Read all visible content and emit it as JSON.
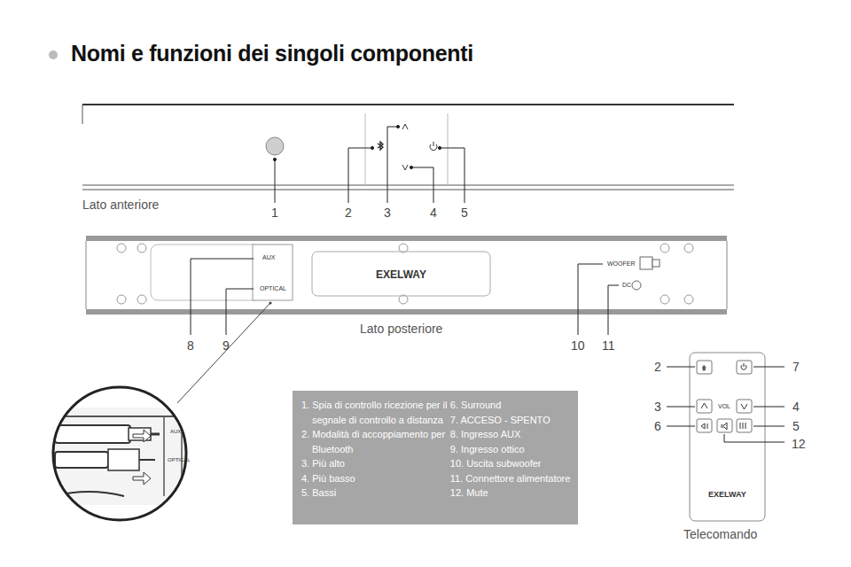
{
  "diagram": {
    "title": "Nomi e funzioni dei singoli componenti",
    "nodes": [
      {
        "text": [
          "1. Spia di controllo ricezione per il segnale di controllo a distanza",
          "2. Modalità di accoppiamento per Bluetooth",
          "3. Più alto",
          "4. Più basso",
          "5. Bassi",
          "6. Surround",
          "7. ACCESO - SPENTO",
          "8. Ingresso AUX",
          "9. Ingresso ottico",
          "10. Uscita subwoofer",
          "11. Connettore alimentatore",
          "12. Mute"
        ]
      }
    ],
    "labels": [
      "Lato anteriore",
      "1",
      "2",
      "3",
      "4",
      "5",
      "AUX",
      "OPTICAL",
      "EXELWAY",
      "WOOFER",
      "DC",
      "Lato posteriore",
      "8",
      "9",
      "10",
      "11",
      "2",
      "7",
      "3",
      "4",
      "6",
      "5",
      "12",
      "VOL",
      "EXELWAY",
      "Telecomando",
      "AUX",
      "OPTICAL"
    ]
  }
}
